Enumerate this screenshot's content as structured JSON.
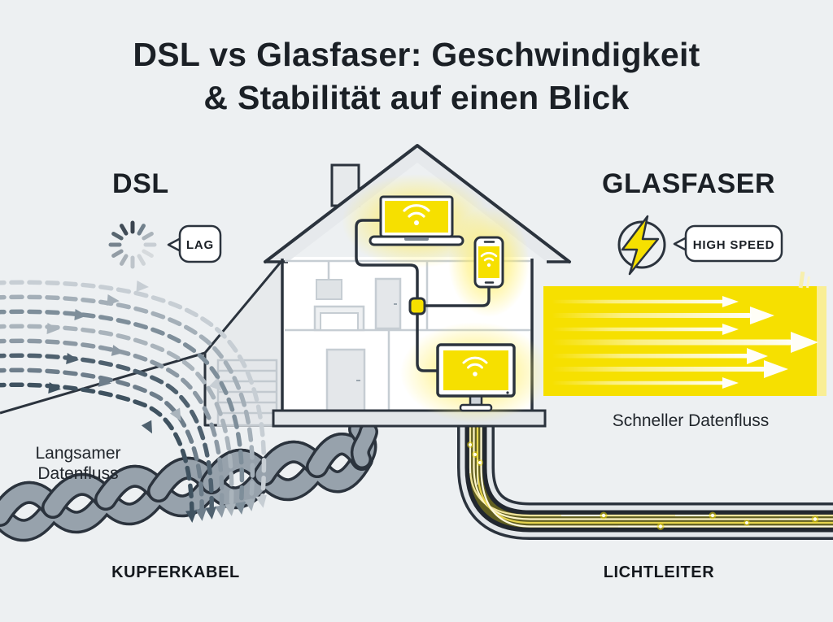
{
  "title": {
    "line1": "DSL vs Glasfaser: Geschwindigkeit",
    "line2": "& Stabilität auf einen Blick"
  },
  "dsl": {
    "heading": "DSL",
    "bubble": "LAG",
    "flow_line1": "Langsamer",
    "flow_line2": "Datenfluss",
    "cable": "KUPFERKABEL"
  },
  "glasfaser": {
    "heading": "GLASFASER",
    "bubble": "HIGH SPEED",
    "flow": "Schneller Datenfluss",
    "cable": "LICHTLEITER"
  },
  "icons": {
    "spinner": "loading-spinner-icon",
    "lag": "speech-bubble-icon",
    "bolt": "lightning-bolt-icon",
    "high_speed": "speech-bubble-icon",
    "wifi": "wifi-icon"
  },
  "colors": {
    "background": "#edf0f2",
    "accent_yellow": "#f6e000",
    "outline_dark": "#2b333d",
    "text_dark": "#1b2026",
    "copper_gray": "#97a2ac",
    "sheath_gray": "#e3e7ea",
    "fiber_core": "#21272f",
    "white": "#ffffff"
  }
}
